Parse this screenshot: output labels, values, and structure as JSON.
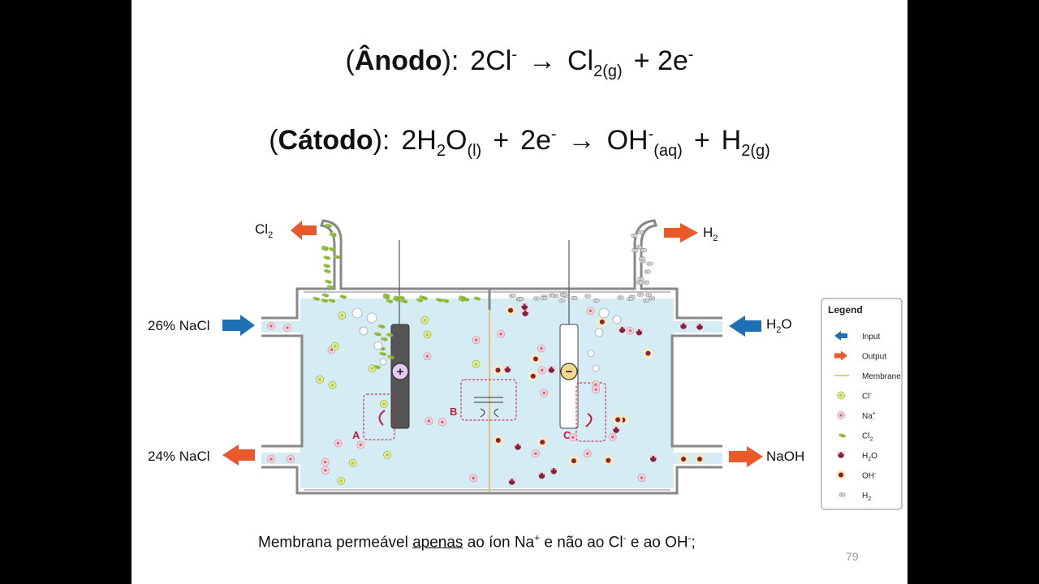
{
  "anode": {
    "label": "Ânodo",
    "reactant": "2Cl",
    "reactant_charge": "-",
    "arrow": "→",
    "product1": "Cl",
    "product1_sub": "2(g)",
    "plus": "+ 2e",
    "electron_charge": "-"
  },
  "cathode": {
    "label": "Cátodo",
    "reactant": "2H",
    "reactant_sub": "2",
    "reactant_tail": "O",
    "reactant_state": "(l)",
    "plus1": "+",
    "electrons": "2e",
    "electron_charge": "-",
    "arrow": "→",
    "product1": "OH",
    "product1_charge": "-",
    "product1_state": "(aq)",
    "plus2": "+",
    "product2": "H",
    "product2_sub": "2(g)"
  },
  "diagram": {
    "out_left_top": "Cl",
    "out_left_top_sub": "2",
    "out_right_top": "H",
    "out_right_top_sub": "2",
    "in_left": "26% NaCl",
    "out_left": "24% NaCl",
    "in_right": "H",
    "in_right_sub": "2",
    "in_right_tail": "O",
    "out_right": "NaOH",
    "anode_sign": "+",
    "cathode_sign": "−",
    "region_a": "A",
    "region_b": "B",
    "region_c": "C",
    "colors": {
      "electrolyte": "#d6ecf4",
      "input_arrow": "#1f6fb5",
      "output_arrow": "#e8592b",
      "membrane": "#e2b25a",
      "region_tag": "#c01a3a"
    }
  },
  "legend": {
    "title": "Legend",
    "items": [
      {
        "icon": "input-arrow-icon",
        "label": "Input"
      },
      {
        "icon": "output-arrow-icon",
        "label": "Output"
      },
      {
        "icon": "membrane-line-icon",
        "label": "Membrane"
      },
      {
        "icon": "chloride-ion-icon",
        "label": "Cl",
        "sup": "-"
      },
      {
        "icon": "sodium-ion-icon",
        "label": "Na",
        "sup": "+"
      },
      {
        "icon": "chlorine-gas-icon",
        "label": "Cl",
        "sub": "2"
      },
      {
        "icon": "water-molecule-icon",
        "label": "H",
        "sub": "2",
        "tail": "O"
      },
      {
        "icon": "hydroxide-ion-icon",
        "label": "OH",
        "sup": "-"
      },
      {
        "icon": "hydrogen-gas-icon",
        "label": "H",
        "sub": "2"
      }
    ]
  },
  "caption": {
    "before": "Membrana permeável ",
    "underlined": "apenas",
    "middle1": " ao íon Na",
    "na_charge": "+",
    "middle2": " e não ao Cl",
    "cl_charge": "-",
    "middle3": " e ao OH",
    "oh_charge": "-",
    "end": ";"
  },
  "page_number": "79"
}
